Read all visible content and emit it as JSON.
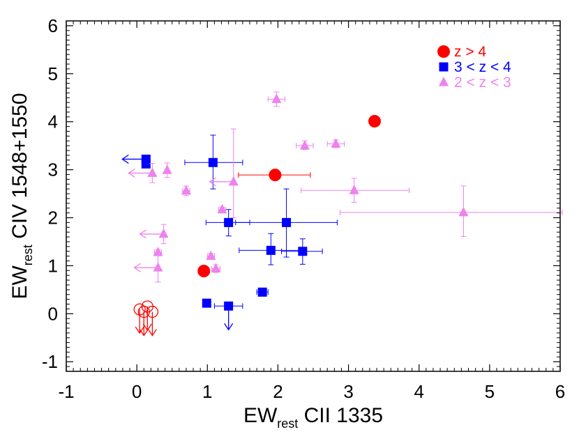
{
  "chart_data": {
    "type": "scatter",
    "xlabel": {
      "main": "EW",
      "sub": "rest",
      "rest": " CII 1335"
    },
    "ylabel": {
      "main": "EW",
      "sub": "rest",
      "rest": " CIV 1548+1550"
    },
    "xlim": [
      -1,
      6
    ],
    "ylim": [
      -1.2,
      6.1
    ],
    "xticks": [
      -1,
      0,
      1,
      2,
      3,
      4,
      5,
      6
    ],
    "yticks": [
      -1,
      0,
      1,
      2,
      3,
      4,
      5,
      6
    ],
    "grid": false,
    "legend_position": "top-right",
    "series": [
      {
        "name": "z > 4",
        "color": "#ff0000",
        "marker": "circle",
        "points": [
          {
            "x": 3.37,
            "y": 4.01
          },
          {
            "x": 1.96,
            "y": 2.89,
            "xerr": [
              0.52,
              0.5
            ]
          },
          {
            "x": 0.95,
            "y": 0.89
          },
          {
            "x": 0.04,
            "y": 0.09,
            "hollow": true,
            "upper_y": true
          },
          {
            "x": 0.1,
            "y": 0.04,
            "hollow": true,
            "upper_y": true
          },
          {
            "x": 0.15,
            "y": 0.15,
            "hollow": true,
            "upper_y": true
          },
          {
            "x": 0.22,
            "y": 0.04,
            "hollow": true,
            "upper_y": true
          }
        ]
      },
      {
        "name": "3 < z < 4",
        "color": "#0000ff",
        "marker": "square",
        "points": [
          {
            "x": 1.08,
            "y": 3.15,
            "xerr": [
              0.4,
              0.42
            ],
            "yerr": [
              0.55,
              0.57
            ]
          },
          {
            "x": 0.13,
            "y": 3.22,
            "upper_x": true,
            "yerr": [
              0.08,
              0.08
            ]
          },
          {
            "x": 0.13,
            "y": 3.12,
            "yerr": [
              0.08,
              0.08
            ]
          },
          {
            "x": 1.3,
            "y": 1.9,
            "xerr": [
              0.32,
              0.3
            ],
            "yerr": [
              0.28,
              0.27
            ]
          },
          {
            "x": 2.12,
            "y": 1.9,
            "xerr": [
              0.72,
              0.72
            ],
            "yerr": [
              0.72,
              0.7
            ]
          },
          {
            "x": 1.9,
            "y": 1.32,
            "xerr": [
              0.45,
              0.4
            ],
            "yerr": [
              0.3,
              0.35
            ]
          },
          {
            "x": 2.35,
            "y": 1.3,
            "xerr": [
              0.3,
              0.28
            ],
            "yerr": [
              0.27,
              0.26
            ]
          },
          {
            "x": 1.78,
            "y": 0.45,
            "xerr": [
              0.08,
              0.08
            ],
            "yerr": [
              0.05,
              0.05
            ]
          },
          {
            "x": 0.99,
            "y": 0.22
          },
          {
            "x": 1.3,
            "y": 0.16,
            "xerr": [
              0.2,
              0.2
            ],
            "upper_y": true
          }
        ]
      },
      {
        "name": "2 < z < 3",
        "color": "#ee82ee",
        "marker": "triangle",
        "points": [
          {
            "x": 1.98,
            "y": 4.47,
            "xerr": [
              0.12,
              0.12
            ],
            "yerr": [
              0.15,
              0.15
            ]
          },
          {
            "x": 2.38,
            "y": 3.5,
            "xerr": [
              0.12,
              0.12
            ],
            "yerr": [
              0.08,
              0.1
            ]
          },
          {
            "x": 2.82,
            "y": 3.54,
            "xerr": [
              0.12,
              0.12
            ],
            "yerr": [
              0.08,
              0.08
            ]
          },
          {
            "x": 0.43,
            "y": 2.99,
            "yerr": [
              0.15,
              0.15
            ]
          },
          {
            "x": 0.22,
            "y": 2.93,
            "upper_x": true,
            "yerr": [
              0.2,
              0.2
            ]
          },
          {
            "x": 0.7,
            "y": 2.56,
            "xerr": [
              0.05,
              0.05
            ],
            "yerr": [
              0.1,
              0.1
            ]
          },
          {
            "x": 1.37,
            "y": 2.75,
            "upper_x": true,
            "yerr": [
              0.75,
              1.1
            ]
          },
          {
            "x": 3.08,
            "y": 2.57,
            "xerr": [
              0.75,
              0.78
            ],
            "yerr": [
              0.25,
              0.25
            ]
          },
          {
            "x": 4.63,
            "y": 2.11,
            "xerr": [
              1.75,
              1.4
            ],
            "yerr": [
              0.5,
              0.55
            ]
          },
          {
            "x": 1.21,
            "y": 2.17,
            "xerr": [
              0.05,
              0.05
            ],
            "yerr": [
              0.05,
              0.05
            ]
          },
          {
            "x": 0.38,
            "y": 1.66,
            "upper_x": true,
            "yerr": [
              0.2,
              0.2
            ]
          },
          {
            "x": 0.3,
            "y": 1.28,
            "xerr": [
              0.05,
              0.05
            ],
            "yerr": [
              0.05,
              0.05
            ]
          },
          {
            "x": 1.05,
            "y": 1.2,
            "xerr": [
              0.05,
              0.05
            ],
            "yerr": [
              0.05,
              0.05
            ]
          },
          {
            "x": 1.12,
            "y": 0.94,
            "xerr": [
              0.06,
              0.06
            ],
            "yerr": [
              0.08,
              0.08
            ]
          },
          {
            "x": 0.3,
            "y": 0.96,
            "upper_x": true,
            "yerr": [
              0.3,
              0.3
            ]
          }
        ]
      }
    ]
  }
}
